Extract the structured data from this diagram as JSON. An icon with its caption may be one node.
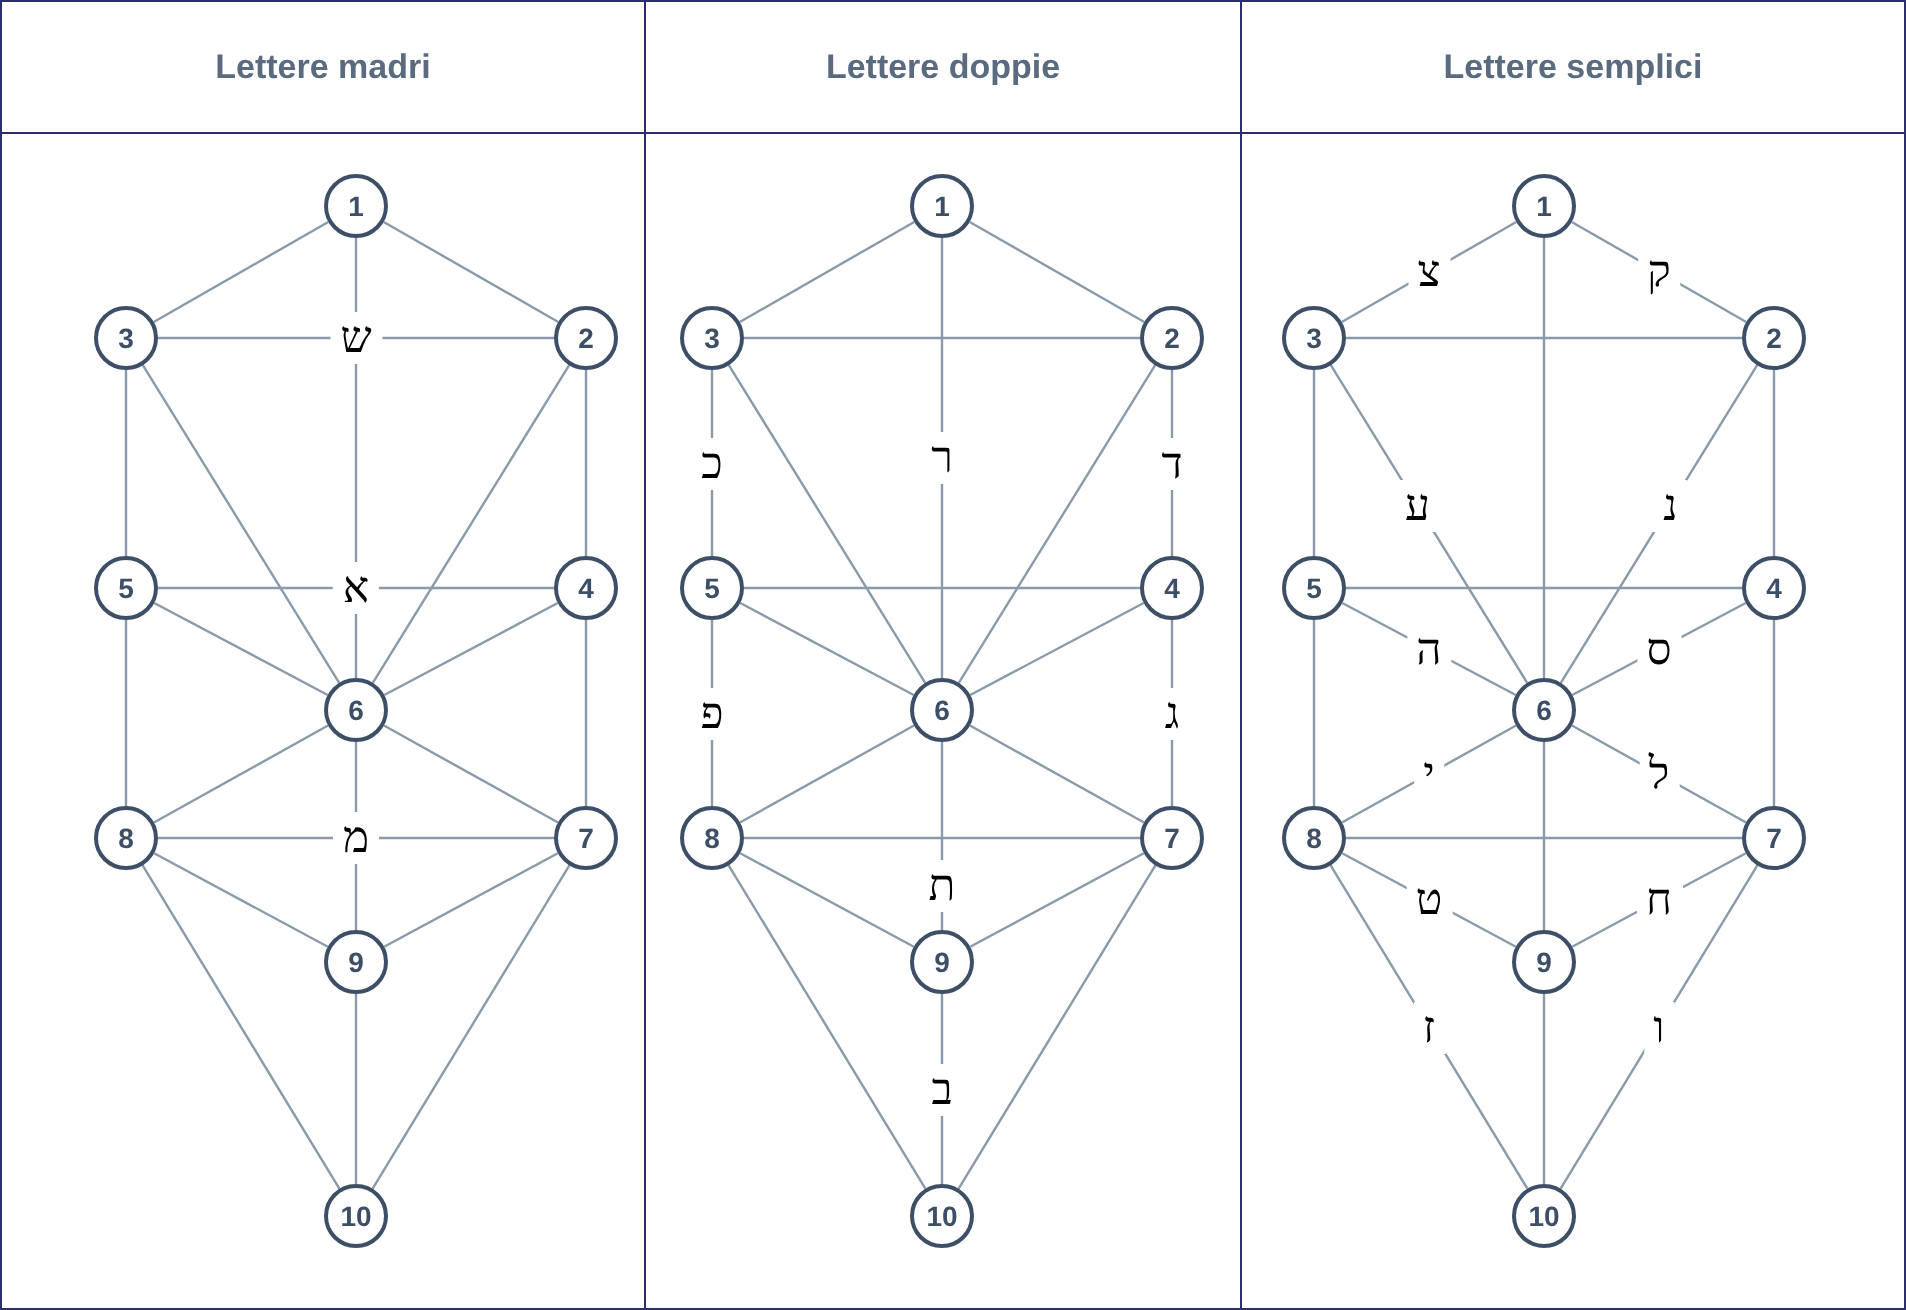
{
  "diagram": {
    "nodes": [
      {
        "text": [
          "Lettere madri"
        ]
      },
      {
        "text": [
          "1"
        ],
        "in": 0
      },
      {
        "text": [
          "3"
        ],
        "in": 0
      },
      {
        "text": [
          "2"
        ],
        "in": 0
      },
      {
        "text": [
          "5"
        ],
        "in": 0
      },
      {
        "text": [
          "4"
        ],
        "in": 0
      },
      {
        "text": [
          "6"
        ],
        "in": 0
      },
      {
        "text": [
          "8"
        ],
        "in": 0
      },
      {
        "text": [
          "7"
        ],
        "in": 0
      },
      {
        "text": [
          "9"
        ],
        "in": 0
      },
      {
        "text": [
          "10"
        ],
        "in": 0
      },
      {
        "text": [
          "Lettere doppie"
        ]
      },
      {
        "text": [
          "1"
        ],
        "in": 11
      },
      {
        "text": [
          "3"
        ],
        "in": 11
      },
      {
        "text": [
          "2"
        ],
        "in": 11
      },
      {
        "text": [
          "5"
        ],
        "in": 11
      },
      {
        "text": [
          "4"
        ],
        "in": 11
      },
      {
        "text": [
          "6"
        ],
        "in": 11
      },
      {
        "text": [
          "8"
        ],
        "in": 11
      },
      {
        "text": [
          "7"
        ],
        "in": 11
      },
      {
        "text": [
          "9"
        ],
        "in": 11
      },
      {
        "text": [
          "10"
        ],
        "in": 11
      },
      {
        "text": [
          "Lettere semplici"
        ]
      },
      {
        "text": [
          "1"
        ],
        "in": 22
      },
      {
        "text": [
          "3"
        ],
        "in": 22
      },
      {
        "text": [
          "2"
        ],
        "in": 22
      },
      {
        "text": [
          "5"
        ],
        "in": 22
      },
      {
        "text": [
          "4"
        ],
        "in": 22
      },
      {
        "text": [
          "6"
        ],
        "in": 22
      },
      {
        "text": [
          "8"
        ],
        "in": 22
      },
      {
        "text": [
          "7"
        ],
        "in": 22
      },
      {
        "text": [
          "9"
        ],
        "in": 22
      },
      {
        "text": [
          "10"
        ],
        "in": 22
      }
    ],
    "edges": [
      {
        "from": 1,
        "to": 2,
        "arrow": "none"
      },
      {
        "from": 1,
        "to": 3,
        "arrow": "none"
      },
      {
        "from": 1,
        "to": 6,
        "arrow": "none"
      },
      {
        "from": 2,
        "to": 3,
        "arrow": "none",
        "label": "ש"
      },
      {
        "from": 2,
        "to": 4,
        "arrow": "none"
      },
      {
        "from": 3,
        "to": 5,
        "arrow": "none"
      },
      {
        "from": 2,
        "to": 6,
        "arrow": "none"
      },
      {
        "from": 3,
        "to": 6,
        "arrow": "none"
      },
      {
        "from": 4,
        "to": 5,
        "arrow": "none",
        "label": "א"
      },
      {
        "from": 4,
        "to": 6,
        "arrow": "none"
      },
      {
        "from": 5,
        "to": 6,
        "arrow": "none"
      },
      {
        "from": 4,
        "to": 7,
        "arrow": "none"
      },
      {
        "from": 5,
        "to": 8,
        "arrow": "none"
      },
      {
        "from": 7,
        "to": 6,
        "arrow": "none"
      },
      {
        "from": 8,
        "to": 6,
        "arrow": "none"
      },
      {
        "from": 7,
        "to": 8,
        "arrow": "none",
        "label": "מ"
      },
      {
        "from": 6,
        "to": 9,
        "arrow": "none"
      },
      {
        "from": 7,
        "to": 9,
        "arrow": "none"
      },
      {
        "from": 8,
        "to": 9,
        "arrow": "none"
      },
      {
        "from": 9,
        "to": 10,
        "arrow": "none"
      },
      {
        "from": 7,
        "to": 10,
        "arrow": "none"
      },
      {
        "from": 8,
        "to": 10,
        "arrow": "none"
      },
      {
        "from": 12,
        "to": 13,
        "arrow": "none"
      },
      {
        "from": 12,
        "to": 14,
        "arrow": "none"
      },
      {
        "from": 12,
        "to": 17,
        "arrow": "none",
        "label": "ר"
      },
      {
        "from": 13,
        "to": 14,
        "arrow": "none"
      },
      {
        "from": 13,
        "to": 15,
        "arrow": "none",
        "label": "כ"
      },
      {
        "from": 14,
        "to": 16,
        "arrow": "none",
        "label": "ד"
      },
      {
        "from": 13,
        "to": 17,
        "arrow": "none"
      },
      {
        "from": 14,
        "to": 17,
        "arrow": "none"
      },
      {
        "from": 15,
        "to": 16,
        "arrow": "none"
      },
      {
        "from": 15,
        "to": 17,
        "arrow": "none"
      },
      {
        "from": 16,
        "to": 17,
        "arrow": "none"
      },
      {
        "from": 15,
        "to": 18,
        "arrow": "none",
        "label": "פ"
      },
      {
        "from": 16,
        "to": 19,
        "arrow": "none",
        "label": "ג"
      },
      {
        "from": 18,
        "to": 17,
        "arrow": "none"
      },
      {
        "from": 19,
        "to": 17,
        "arrow": "none"
      },
      {
        "from": 18,
        "to": 19,
        "arrow": "none"
      },
      {
        "from": 17,
        "to": 20,
        "arrow": "none",
        "label": "ת"
      },
      {
        "from": 18,
        "to": 20,
        "arrow": "none"
      },
      {
        "from": 19,
        "to": 20,
        "arrow": "none"
      },
      {
        "from": 20,
        "to": 21,
        "arrow": "none",
        "label": "ב"
      },
      {
        "from": 18,
        "to": 21,
        "arrow": "none"
      },
      {
        "from": 19,
        "to": 21,
        "arrow": "none"
      },
      {
        "from": 23,
        "to": 24,
        "arrow": "none",
        "label": "צ"
      },
      {
        "from": 23,
        "to": 25,
        "arrow": "none",
        "label": "ק"
      },
      {
        "from": 23,
        "to": 28,
        "arrow": "none"
      },
      {
        "from": 24,
        "to": 25,
        "arrow": "none"
      },
      {
        "from": 24,
        "to": 26,
        "arrow": "none"
      },
      {
        "from": 25,
        "to": 27,
        "arrow": "none"
      },
      {
        "from": 24,
        "to": 28,
        "arrow": "none",
        "label": "ע"
      },
      {
        "from": 25,
        "to": 28,
        "arrow": "none",
        "label": "נ"
      },
      {
        "from": 26,
        "to": 27,
        "arrow": "none"
      },
      {
        "from": 26,
        "to": 28,
        "arrow": "none",
        "label": "ה"
      },
      {
        "from": 27,
        "to": 28,
        "arrow": "none",
        "label": "ס"
      },
      {
        "from": 26,
        "to": 29,
        "arrow": "none"
      },
      {
        "from": 27,
        "to": 30,
        "arrow": "none"
      },
      {
        "from": 29,
        "to": 28,
        "arrow": "none",
        "label": "י"
      },
      {
        "from": 30,
        "to": 28,
        "arrow": "none",
        "label": "ל"
      },
      {
        "from": 29,
        "to": 30,
        "arrow": "none"
      },
      {
        "from": 28,
        "to": 31,
        "arrow": "none"
      },
      {
        "from": 29,
        "to": 31,
        "arrow": "none",
        "label": "ט"
      },
      {
        "from": 30,
        "to": 31,
        "arrow": "none",
        "label": "ח"
      },
      {
        "from": 31,
        "to": 32,
        "arrow": "none"
      },
      {
        "from": 29,
        "to": 32,
        "arrow": "none",
        "label": "ז"
      },
      {
        "from": 30,
        "to": 32,
        "arrow": "none",
        "label": "ו"
      }
    ]
  }
}
